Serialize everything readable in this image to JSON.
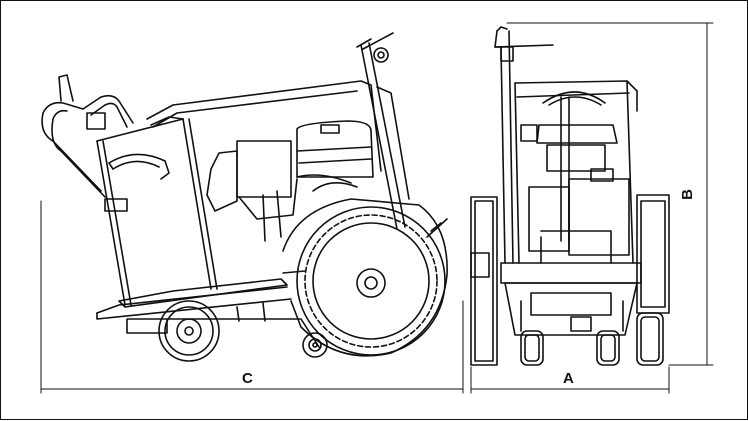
{
  "dimensions": {
    "length_label": "C",
    "width_label": "A",
    "height_label": "B"
  },
  "colors": {
    "line": "#111111",
    "background": "#ffffff"
  }
}
